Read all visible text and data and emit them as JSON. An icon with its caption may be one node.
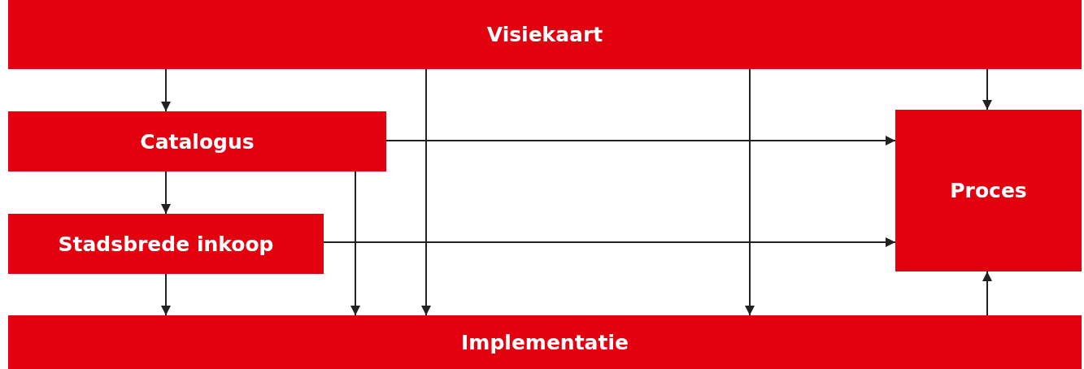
{
  "diagram": {
    "nodes": [
      {
        "text": [
          "Visiekaart"
        ]
      },
      {
        "text": [
          "Catalogus"
        ]
      },
      {
        "text": [
          "Stadsbrede inkoop"
        ]
      },
      {
        "text": [
          "Proces"
        ]
      },
      {
        "text": [
          "Implementatie"
        ]
      }
    ],
    "edges": [
      {
        "from": 0,
        "to": 1,
        "arrow": "to"
      },
      {
        "from": 0,
        "to": 4,
        "arrow": "to"
      },
      {
        "from": 0,
        "to": 4,
        "arrow": "to"
      },
      {
        "from": 0,
        "to": 3,
        "arrow": "to"
      },
      {
        "from": 1,
        "to": 3,
        "arrow": "to"
      },
      {
        "from": 1,
        "to": 2,
        "arrow": "to"
      },
      {
        "from": 1,
        "to": 4,
        "arrow": "to"
      },
      {
        "from": 2,
        "to": 3,
        "arrow": "to"
      },
      {
        "from": 2,
        "to": 4,
        "arrow": "to"
      },
      {
        "from": 4,
        "to": 3,
        "arrow": "to"
      }
    ]
  }
}
